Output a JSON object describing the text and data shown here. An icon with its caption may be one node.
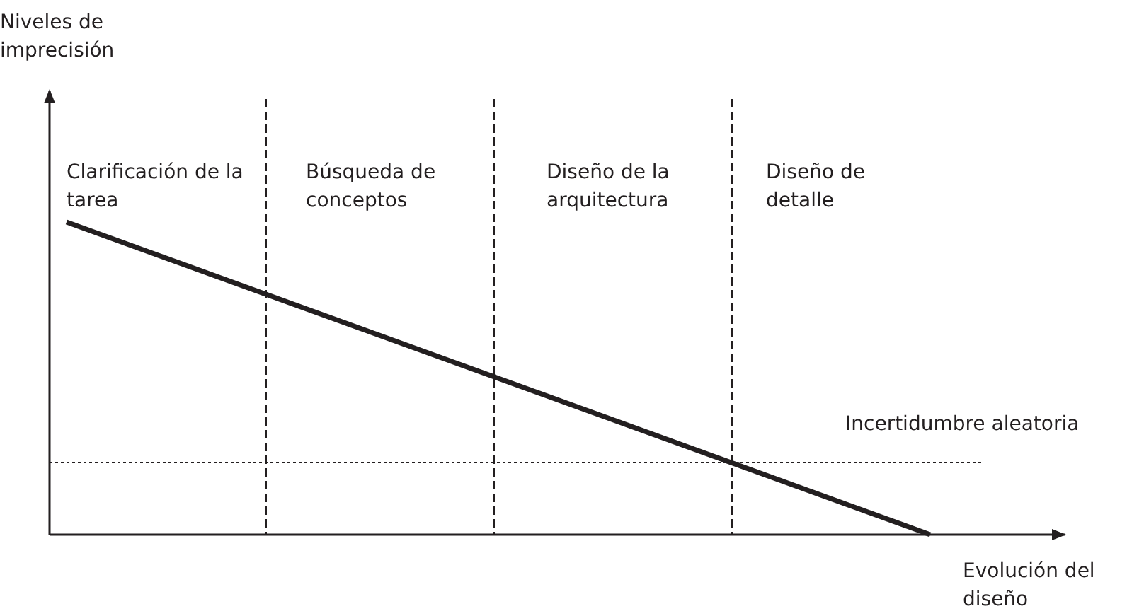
{
  "diagram": {
    "labels": [
      "Niveles de imprecisión",
      "Clarificación de la tarea",
      "Búsqueda de conceptos",
      "Diseño de la arquitectura",
      "Diseño de detalle",
      "Incertidumbre aleatoria",
      "Evolución del diseño"
    ]
  }
}
